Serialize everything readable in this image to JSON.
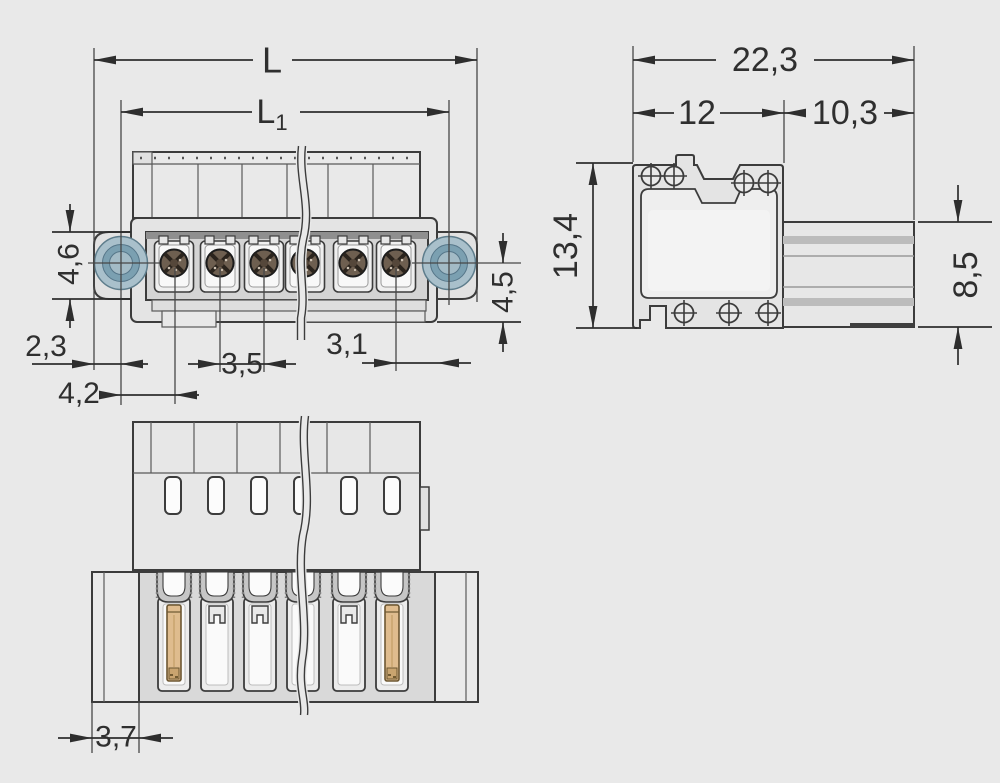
{
  "colors": {
    "background": "#e9e9e9",
    "outline": "#3c3c3c",
    "dimension_line": "#2e2e2e",
    "bushing_outer": "#a9c0cb",
    "bushing_ring": "#7ba0b1",
    "bushing_inner": "#a3bbc6",
    "pin_dark": "#6e5f50",
    "contact_orange": "#dfbc8e"
  },
  "front_view": {
    "dim_overall_length": "L",
    "dim_hole_spacing_base": "L",
    "dim_hole_spacing_sub": "1",
    "dim_flange_height": "4,6",
    "dim_edge_to_hole": "2,3",
    "dim_hole_to_first_pin": "4,2",
    "dim_pin_pitch": "3,5",
    "dim_last_pin_to_edge": "3,1",
    "dim_center_to_bottom": "4,5"
  },
  "side_view": {
    "dim_overall_depth": "22,3",
    "dim_housing_depth": "12",
    "dim_shaft_depth": "10,3",
    "dim_housing_height": "13,4",
    "dim_shaft_height": "8,5"
  },
  "bottom_view": {
    "dim_flange_width": "3,7"
  }
}
